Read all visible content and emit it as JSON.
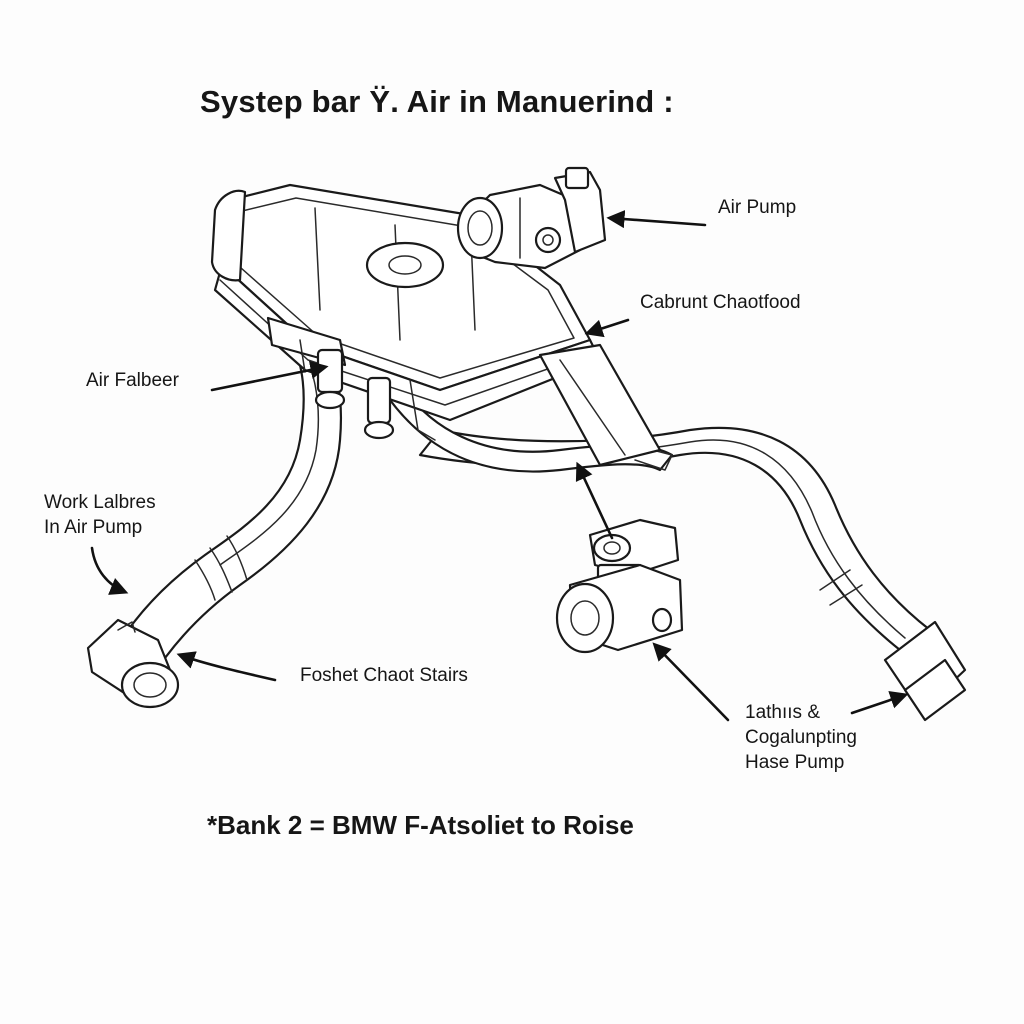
{
  "title": "Systep bar Ÿ. Air in Manuerind :",
  "labels": {
    "air_pump": "Air Pump",
    "cabrunt_chaotfood": "Cabrunt Chaotfood",
    "air_falbeer": "Air Falbeer",
    "work_lalbres_line1": "Work Lalbres",
    "work_lalbres_line2": "In Air Pump",
    "foshet_chaot_stairs": "Foshet Chaot Stairs",
    "lathius_line1": "1athııs &",
    "lathius_line2": "Cogalunpting",
    "lathius_line3": "Hase Pump"
  },
  "footnote": "*Bank 2 = BMW F-Atsoliet to Roise"
}
